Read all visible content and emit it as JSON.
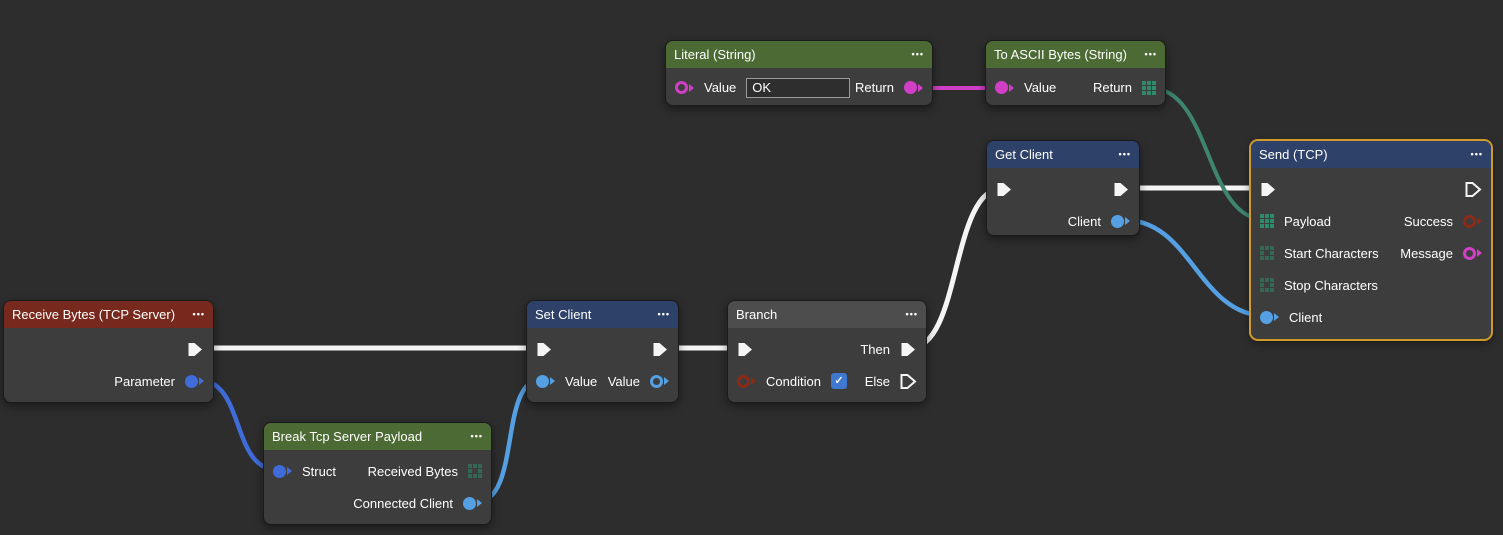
{
  "palette": {
    "canvas_bg": "#2d2d2d",
    "node_bg": "#3d3d3d",
    "node_border": "#1b1b1b",
    "header_green": "#4c6a33",
    "header_navy": "#2e4168",
    "header_red": "#78291d",
    "header_gray": "#4d4d4d",
    "selection_orange": "#d09a2a",
    "exec_pin": "#f5f5f5",
    "string_pin": "#d23fc7",
    "bytes_pin": "#2f8a6d",
    "struct_pin": "#3f6cd9",
    "object_pin": "#55a0e2",
    "bool_pin": "#8b2a17",
    "checkbox_blue": "#3e78d0",
    "wire_exec": "#f5f5f5",
    "wire_bytes": "#3e8570",
    "text": "#ffffff",
    "field_bg": "#2e2e2e",
    "field_border": "#9a9a9a"
  },
  "icons": {
    "menu_dots": "•••",
    "check": "✓"
  },
  "nodes": {
    "literal_string": {
      "title": "Literal (String)",
      "pins": {
        "value_label": "Value",
        "return_label": "Return"
      },
      "value_field": {
        "value": "OK"
      }
    },
    "to_ascii_bytes": {
      "title": "To ASCII Bytes (String)",
      "pins": {
        "value_label": "Value",
        "return_label": "Return"
      }
    },
    "get_client": {
      "title": "Get Client",
      "pins": {
        "client_label": "Client"
      }
    },
    "send_tcp": {
      "title": "Send (TCP)",
      "selected": true,
      "pins": {
        "payload_label": "Payload",
        "start_characters_label": "Start Characters",
        "stop_characters_label": "Stop Characters",
        "client_label": "Client",
        "success_label": "Success",
        "message_label": "Message"
      }
    },
    "receive_bytes": {
      "title": "Receive Bytes (TCP Server)",
      "pins": {
        "parameter_label": "Parameter"
      }
    },
    "set_client": {
      "title": "Set Client",
      "pins": {
        "value_in_label": "Value",
        "value_out_label": "Value"
      }
    },
    "branch": {
      "title": "Branch",
      "condition_checked": true,
      "pins": {
        "condition_label": "Condition",
        "then_label": "Then",
        "else_label": "Else"
      }
    },
    "break_tcp_server_payload": {
      "title": "Break Tcp Server Payload",
      "pins": {
        "struct_label": "Struct",
        "received_bytes_label": "Received Bytes",
        "connected_client_label": "Connected Client"
      }
    }
  },
  "edges": [
    {
      "from": "Receive Bytes (TCP Server).Exec",
      "to": "Set Client.Exec",
      "type": "exec"
    },
    {
      "from": "Set Client.Exec",
      "to": "Branch.Exec",
      "type": "exec"
    },
    {
      "from": "Branch.Then",
      "to": "Get Client.Exec",
      "type": "exec"
    },
    {
      "from": "Get Client.Exec",
      "to": "Send (TCP).Exec",
      "type": "exec"
    },
    {
      "from": "Literal (String).Return",
      "to": "To ASCII Bytes (String).Value",
      "type": "string"
    },
    {
      "from": "To ASCII Bytes (String).Return",
      "to": "Send (TCP).Payload",
      "type": "bytes"
    },
    {
      "from": "Receive Bytes (TCP Server).Parameter",
      "to": "Break Tcp Server Payload.Struct",
      "type": "struct"
    },
    {
      "from": "Break Tcp Server Payload.Connected Client",
      "to": "Set Client.Value",
      "type": "object"
    },
    {
      "from": "Get Client.Client",
      "to": "Send (TCP).Client",
      "type": "object"
    }
  ]
}
